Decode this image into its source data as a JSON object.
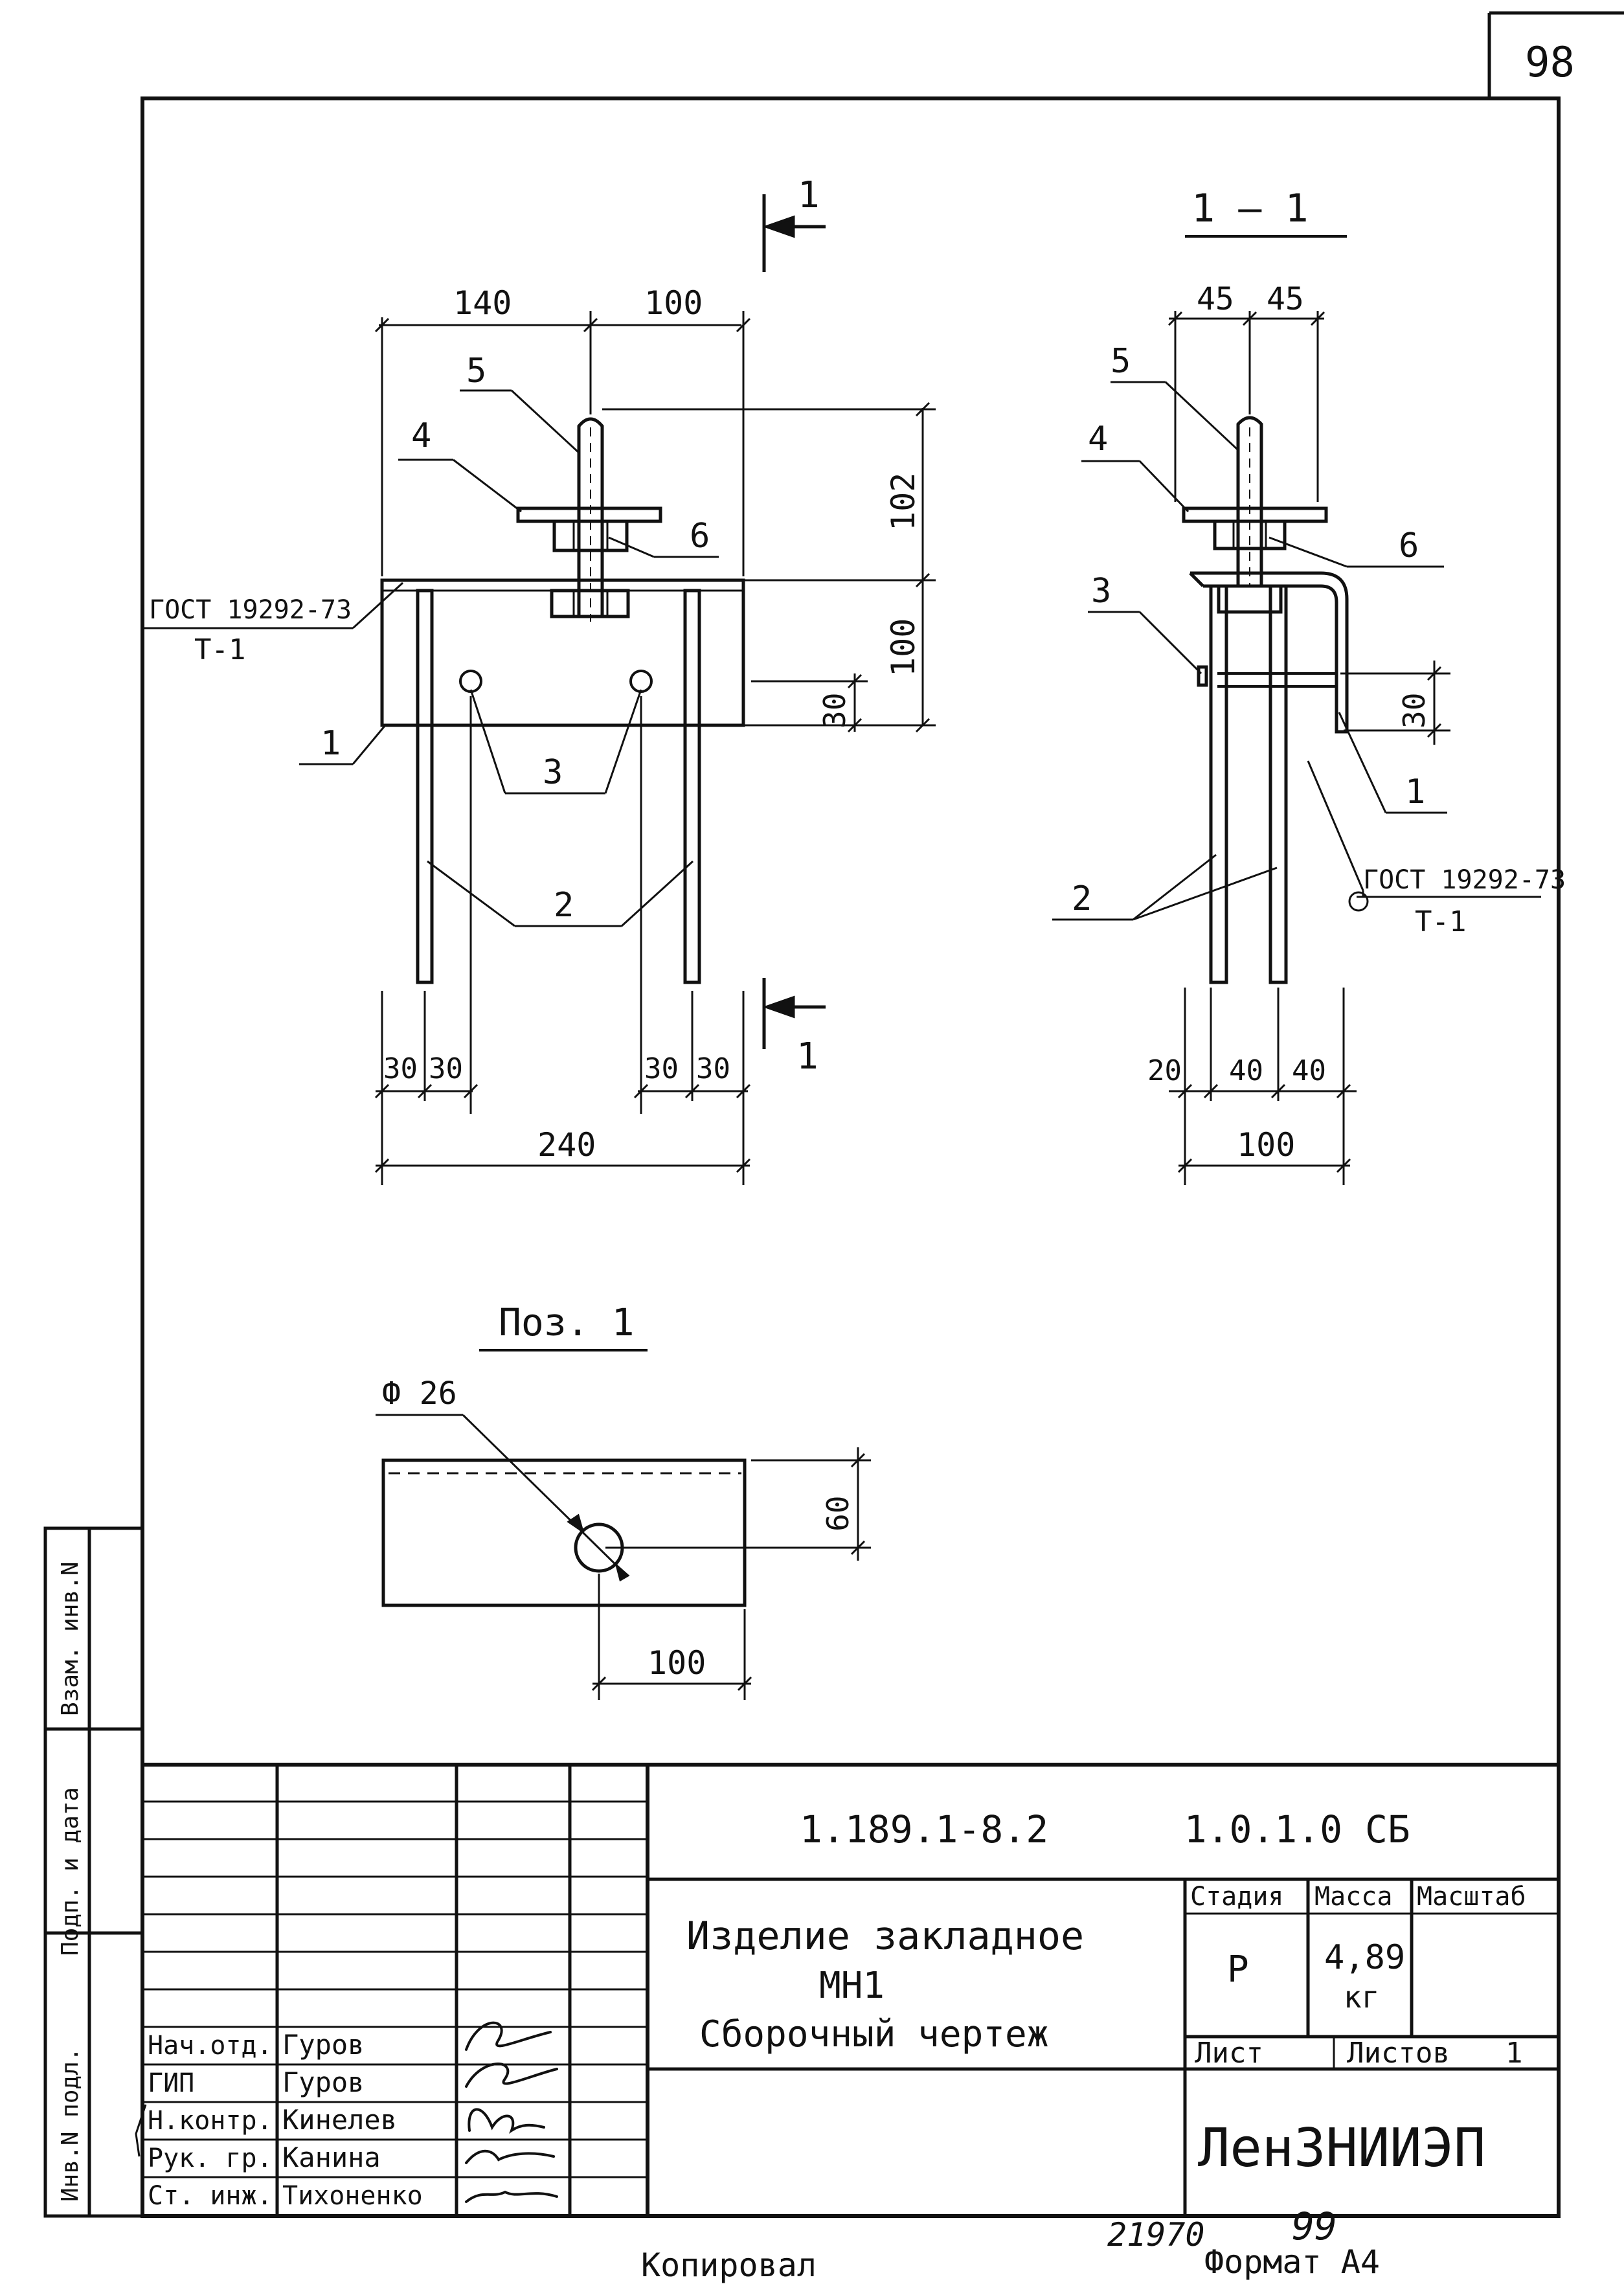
{
  "sheet": {
    "number": "98",
    "bottom_left_note": "Копировал",
    "format_label": "Формат А4",
    "archive_number": "21970",
    "page_number": "99"
  },
  "front_view": {
    "section_mark": "1",
    "dim_left_top": "140",
    "dim_right_top": "100",
    "dim_height_upper": "102",
    "dim_height_lower": "100",
    "dim_hole_offset": "30",
    "dim_bottom_1": "30",
    "dim_bottom_2": "30",
    "dim_bottom_3": "30",
    "dim_bottom_4": "30",
    "dim_overall": "240",
    "pos_1": "1",
    "pos_2": "2",
    "pos_3": "3",
    "pos_4": "4",
    "pos_5": "5",
    "pos_6": "6",
    "weld_gost": "ГОСТ 19292-73",
    "weld_type": "Т-1"
  },
  "section_view": {
    "title": "1 — 1",
    "dim_top_left": "45",
    "dim_top_right": "45",
    "dim_hole_offset": "30",
    "dim_bottom_1": "20",
    "dim_bottom_2": "40",
    "dim_bottom_3": "40",
    "dim_overall": "100",
    "pos_1": "1",
    "pos_2": "2",
    "pos_3": "3",
    "pos_4": "4",
    "pos_5": "5",
    "pos_6": "6",
    "weld_gost": "ГОСТ 19292-73",
    "weld_type": "Т-1"
  },
  "detail_view": {
    "title": "Поз. 1",
    "hole_dia": "Ф 26",
    "dim_height": "60",
    "dim_width": "100"
  },
  "side_stamp": {
    "col_1": "Инв.N подл.",
    "col_2": "Подп. и дата",
    "col_3": "Взам. инв.N"
  },
  "title_block": {
    "doc_code": "1.189.1-8.2      1.0.1.0 СБ",
    "name_line_1": "Изделие закладное",
    "name_line_2": "МН1",
    "name_line_3": "Сборочный чертеж",
    "stage_header": "Стадия",
    "mass_header": "Масса",
    "scale_header": "Масштаб",
    "stage_value": "Р",
    "mass_value": "4,89",
    "mass_unit": "кг",
    "sheet_label": "Лист",
    "sheets_label": "Листов",
    "sheets_value": "1",
    "organization": "ЛенЗНИИЭП",
    "signers": [
      {
        "role": "Нач.отд.",
        "name": "Гуров"
      },
      {
        "role": "ГИП",
        "name": "Гуров"
      },
      {
        "role": "Н.контр.",
        "name": "Кинелев"
      },
      {
        "role": "Рук. гр.",
        "name": "Канина"
      },
      {
        "role": "Ст. инж.",
        "name": "Тихоненко"
      }
    ]
  }
}
